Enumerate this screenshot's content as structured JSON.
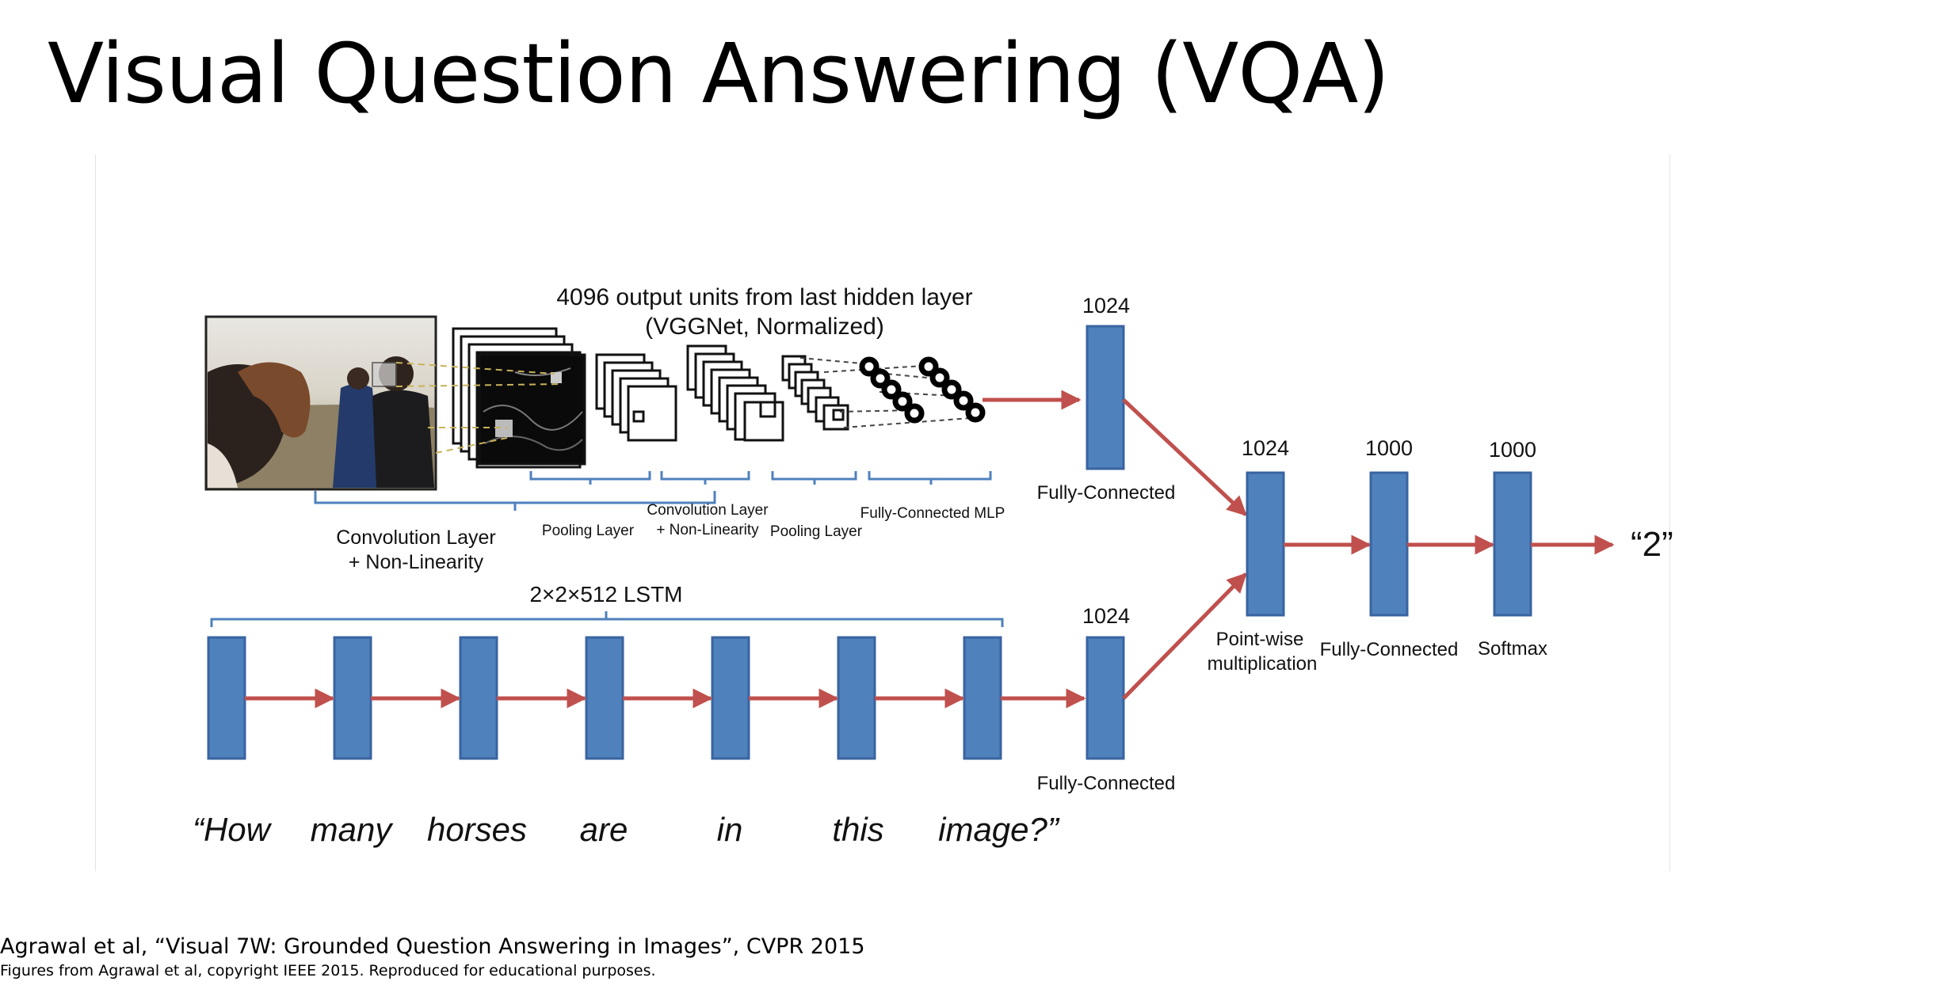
{
  "slide": {
    "title": "Visual Question Answering (VQA)",
    "citation": "Agrawal et al, “Visual 7W: Grounded Question Answering in Images”, CVPR 2015",
    "credit": "Figures from Agrawal et al, copyright IEEE 2015. Reproduced for educational purposes."
  },
  "diagram": {
    "cnn": {
      "header_line1": "4096 output  units from last hidden layer",
      "header_line2": "(VGGNet, Normalized)",
      "conv_label_line1": "Convolution Layer",
      "conv_label_line2": "+ Non-Linearity",
      "pool1_label": "Pooling Layer",
      "conv2_label_line1": "Convolution Layer",
      "conv2_label_line2": "+ Non-Linearity",
      "pool2_label": "Pooling  Layer",
      "mlp_label": "Fully-Connected MLP"
    },
    "lstm": {
      "label": "2×2×512 LSTM",
      "question_words": [
        "“How",
        "many",
        "horses",
        "are",
        "in",
        "this",
        "image?”"
      ]
    },
    "image_fc": {
      "size": "1024",
      "label": "Fully-Connected"
    },
    "question_fc": {
      "size": "1024",
      "label": "Fully-Connected"
    },
    "pointwise": {
      "size": "1024",
      "label_line1": "Point-wise",
      "label_line2": "multiplication"
    },
    "fc_final": {
      "size": "1000",
      "label": "Fully-Connected"
    },
    "softmax": {
      "size": "1000",
      "label": "Softmax"
    },
    "answer": "“2”",
    "colors": {
      "block": "#4f81bd",
      "block_border": "#3a64a0",
      "arrow": "#c0504d",
      "brace": "#4f81bd"
    }
  }
}
